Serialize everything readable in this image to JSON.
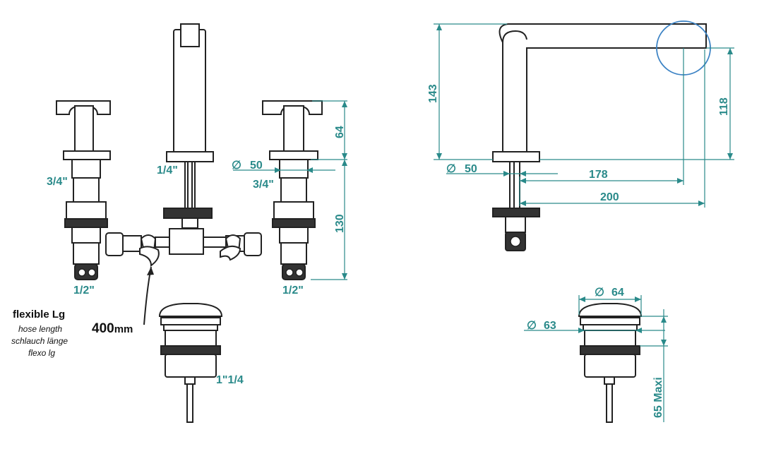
{
  "front_view": {
    "left_thread_top": "3/4\"",
    "left_thread_bottom": "1/2\"",
    "spout_thread": "1/4\"",
    "right_diameter": "50",
    "right_thread_top": "3/4\"",
    "right_thread_bottom": "1/2\"",
    "handle_height": "64",
    "body_height": "130",
    "hose_length_value": "400",
    "hose_length_unit": "mm"
  },
  "hose_legend": {
    "title": "flexible Lg",
    "line_en": "hose length",
    "line_de": "schlauch länge",
    "line_fr": "flexo lg"
  },
  "drain_front": {
    "thread": "1\"1/4"
  },
  "side_view": {
    "height_total": "143",
    "height_spout": "118",
    "base_diameter": "50",
    "reach_outlet": "178",
    "reach_total": "200"
  },
  "drain_side": {
    "cap_diameter": "64",
    "body_diameter": "63",
    "max_thickness": "65 Maxi"
  },
  "symbols": {
    "diameter": "∅"
  },
  "colors": {
    "dimension": "#2a8a8a",
    "outline": "#222222",
    "highlight": "#3b82c4"
  }
}
